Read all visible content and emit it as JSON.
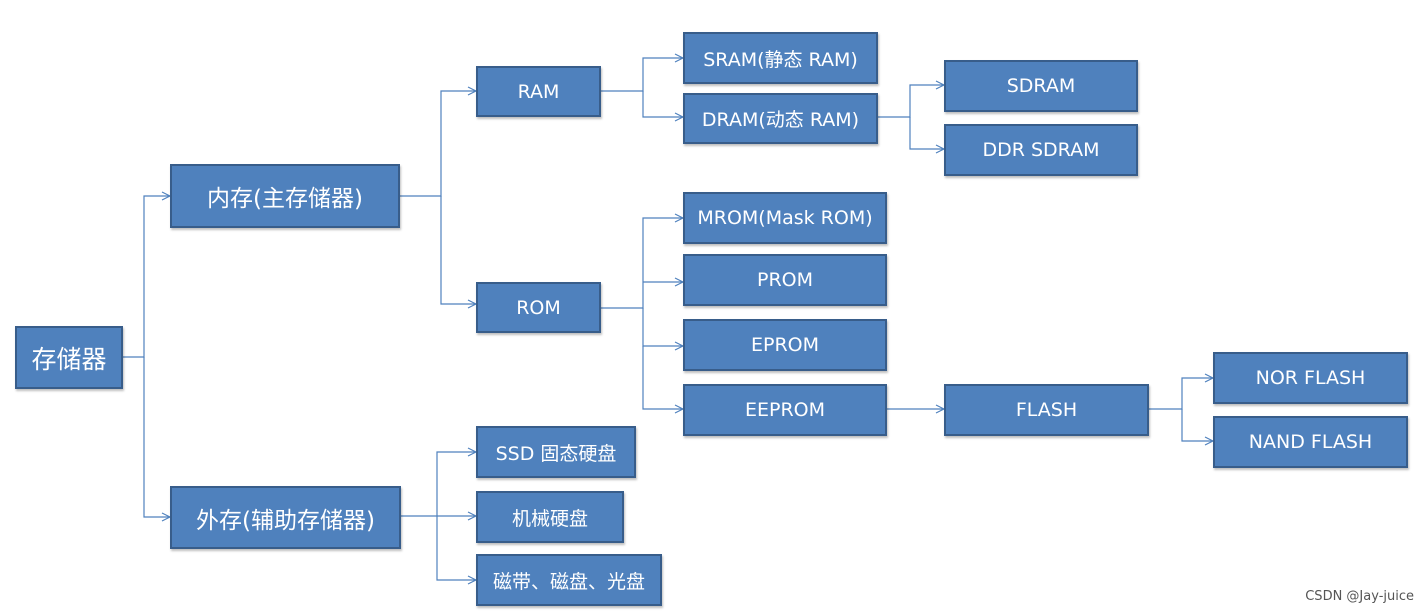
{
  "nodes": {
    "storage": "存储器",
    "internal_memory": "内存(主存储器)",
    "external_memory": "外存(辅助存储器)",
    "ram": "RAM",
    "rom": "ROM",
    "sram": "SRAM(静态 RAM)",
    "dram": "DRAM(动态 RAM)",
    "sdram": "SDRAM",
    "ddr_sdram": "DDR SDRAM",
    "mrom": "MROM(Mask ROM)",
    "prom": "PROM",
    "eprom": "EPROM",
    "eeprom": "EEPROM",
    "flash": "FLASH",
    "nor_flash": "NOR FLASH",
    "nand_flash": "NAND FLASH",
    "ssd": "SSD 固态硬盘",
    "hdd": "机械硬盘",
    "tape_disk_optical": "磁带、磁盘、光盘"
  },
  "colors": {
    "node_fill": "#4f81bd",
    "node_border": "#385d8a",
    "connector": "#4f81bd",
    "text": "#ffffff"
  },
  "watermark": "CSDN @Jay-juice"
}
